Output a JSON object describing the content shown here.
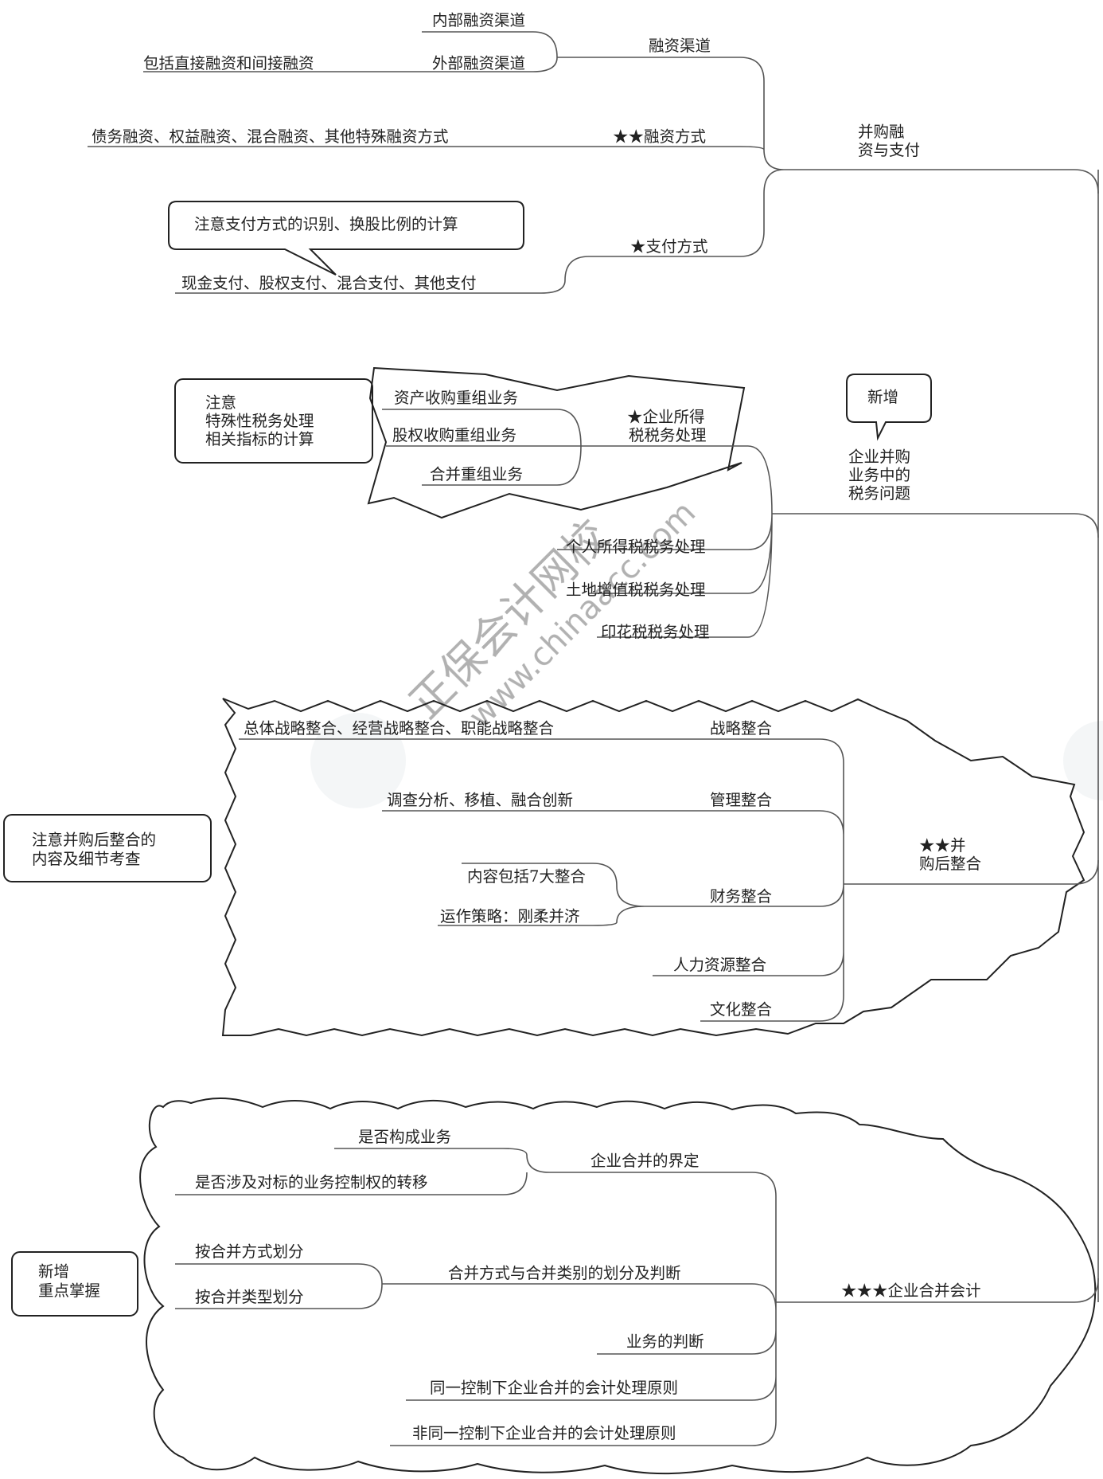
{
  "colors": {
    "line": "#555555",
    "text": "#222222",
    "watermark": "#9aa3a8"
  },
  "watermark": {
    "cn": "正保会计网校",
    "url": "www.chinaacc.com"
  },
  "branches": {
    "financing": {
      "label_line1": "并购融",
      "label_line2": "资与支付",
      "channels": {
        "label": "融资渠道",
        "internal": "内部融资渠道",
        "external": "外部融资渠道",
        "external_note": "包括直接融资和间接融资"
      },
      "methods": {
        "label": "★★融资方式",
        "detail": "债务融资、权益融资、混合融资、其他特殊融资方式"
      },
      "payment": {
        "label": "★支付方式",
        "detail": "现金支付、股权支付、混合支付、其他支付",
        "callout": "注意支付方式的识别、换股比例的计算"
      }
    },
    "tax": {
      "label_line1": "企业并购",
      "label_line2": "业务中的",
      "label_line3": "税务问题",
      "new_callout": "新增",
      "cit": {
        "label_line1": "★企业所得",
        "label_line2": "税税务处理",
        "items": [
          "资产收购重组业务",
          "股权收购重组业务",
          "合并重组业务"
        ],
        "note_line1": "注意",
        "note_line2": "特殊性税务处理",
        "note_line3": "相关指标的计算"
      },
      "others": [
        "个人所得税税务处理",
        "土地增值税税务处理",
        "印花税税务处理"
      ]
    },
    "integration": {
      "label_line1": "★★并",
      "label_line2": "购后整合",
      "note_line1": "注意并购后整合的",
      "note_line2": "内容及细节考查",
      "strategy": {
        "label": "战略整合",
        "detail": "总体战略整合、经营战略整合、职能战略整合"
      },
      "management": {
        "label": "管理整合",
        "detail": "调查分析、移植、融合创新"
      },
      "finance": {
        "label": "财务整合",
        "sub1": "内容包括7大整合",
        "sub2": "运作策略：刚柔并济"
      },
      "hr": "人力资源整合",
      "culture": "文化整合"
    },
    "accounting": {
      "label": "★★★企业合并会计",
      "note_line1": "新增",
      "note_line2": "重点掌握",
      "definition": {
        "label": "企业合并的界定",
        "sub1": "是否构成业务",
        "sub2": "是否涉及对标的业务控制权的转移"
      },
      "classification": {
        "label": "合并方式与合并类别的划分及判断",
        "sub1": "按合并方式划分",
        "sub2": "按合并类型划分"
      },
      "business": "业务的判断",
      "same_control": "同一控制下企业合并的会计处理原则",
      "non_same_control": "非同一控制下企业合并的会计处理原则"
    }
  }
}
